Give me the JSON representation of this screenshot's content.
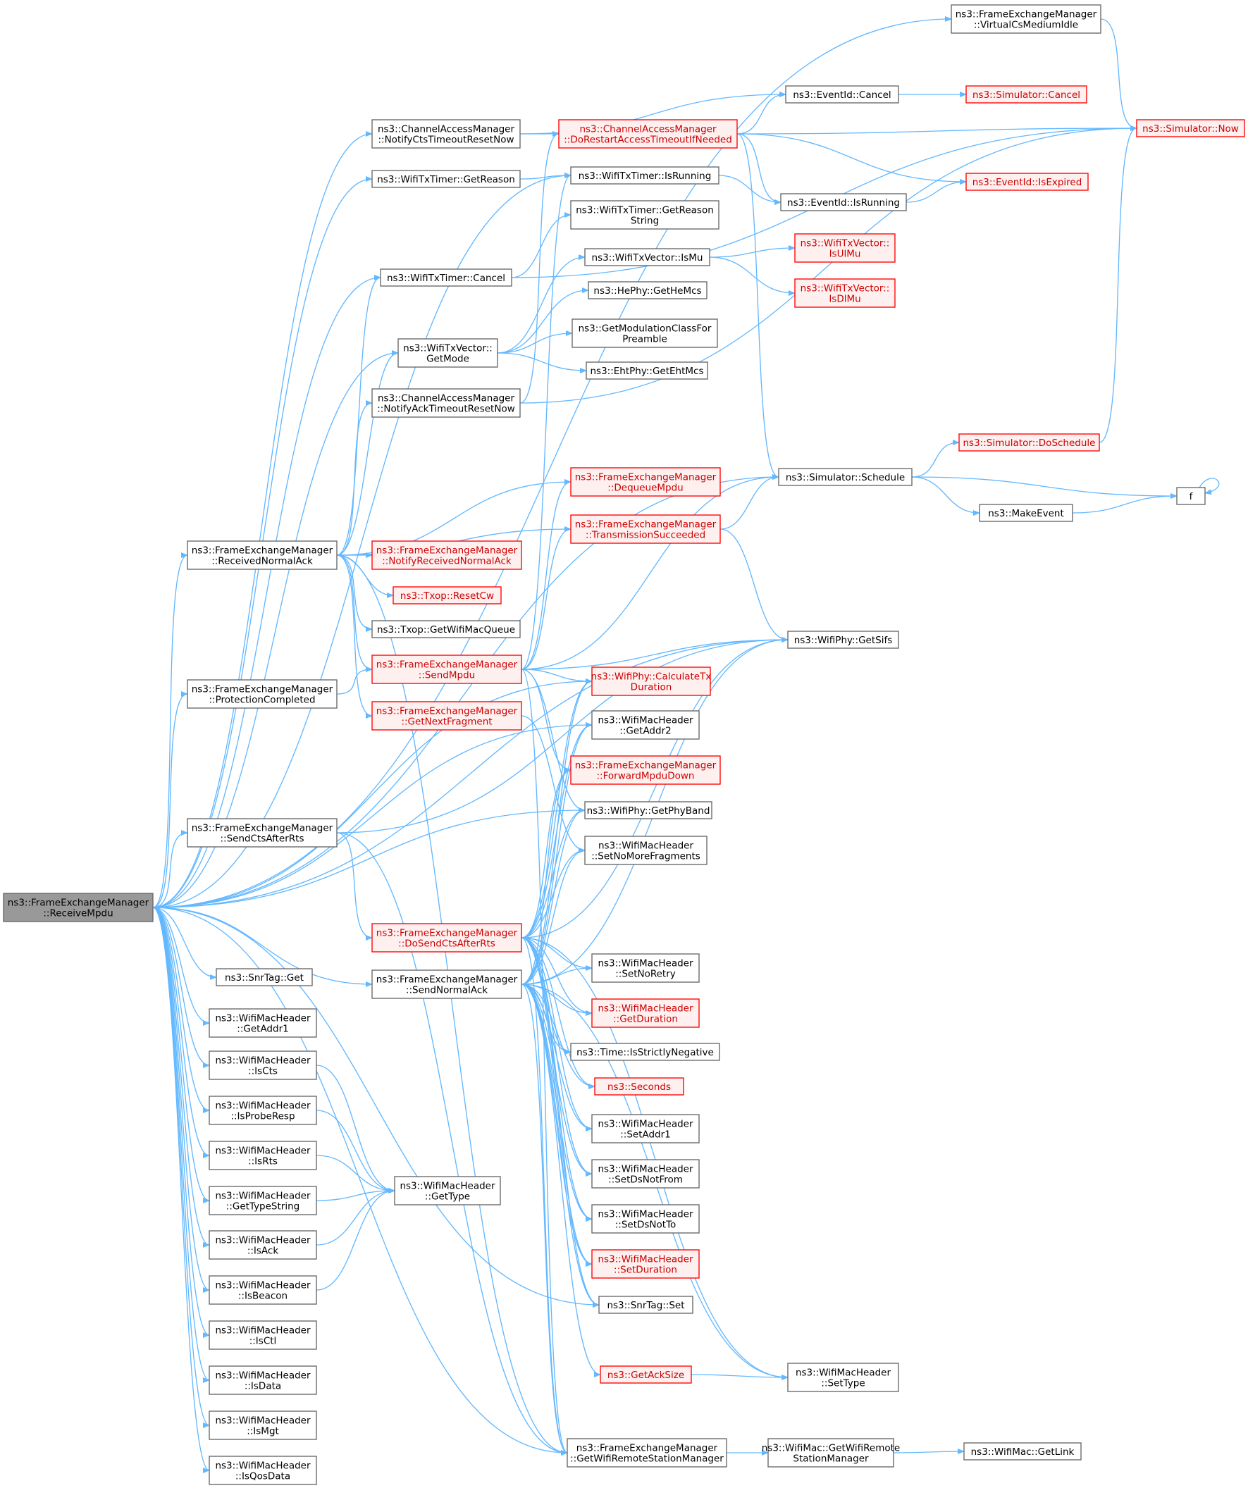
{
  "diagram": {
    "type": "call-graph",
    "colors": {
      "edge": "#63b8ff",
      "node_border": "#666666",
      "red_border": "#ff0000",
      "root_fill": "#999999"
    },
    "nodes": [
      {
        "id": "root",
        "lines": [
          "ns3::FrameExchangeManager",
          "::ReceiveMpdu"
        ],
        "style": "root"
      },
      {
        "id": "vcsIdle",
        "lines": [
          "ns3::FrameExchangeManager",
          "::VirtualCsMediumIdle"
        ],
        "style": "normal"
      },
      {
        "id": "now",
        "lines": [
          "ns3::Simulator::Now"
        ],
        "style": "red"
      },
      {
        "id": "evCancel",
        "lines": [
          "ns3::EventId::Cancel"
        ],
        "style": "normal"
      },
      {
        "id": "simCancel",
        "lines": [
          "ns3::Simulator::Cancel"
        ],
        "style": "red"
      },
      {
        "id": "notifyCts",
        "lines": [
          "ns3::ChannelAccessManager",
          "::NotifyCtsTimeoutResetNow"
        ],
        "style": "normal"
      },
      {
        "id": "doRestart",
        "lines": [
          "ns3::ChannelAccessManager",
          "::DoRestartAccessTimeoutIfNeeded"
        ],
        "style": "red"
      },
      {
        "id": "getReason",
        "lines": [
          "ns3::WifiTxTimer::GetReason"
        ],
        "style": "normal"
      },
      {
        "id": "txIsRunning",
        "lines": [
          "ns3::WifiTxTimer::IsRunning"
        ],
        "style": "normal"
      },
      {
        "id": "evIsRunning",
        "lines": [
          "ns3::EventId::IsRunning"
        ],
        "style": "normal"
      },
      {
        "id": "isExpired",
        "lines": [
          "ns3::EventId::IsExpired"
        ],
        "style": "red"
      },
      {
        "id": "reasonString",
        "lines": [
          "ns3::WifiTxTimer::GetReason",
          "String"
        ],
        "style": "normal"
      },
      {
        "id": "isMu",
        "lines": [
          "ns3::WifiTxVector::IsMu"
        ],
        "style": "normal"
      },
      {
        "id": "isUlMu",
        "lines": [
          "ns3::WifiTxVector::",
          "IsUlMu"
        ],
        "style": "red"
      },
      {
        "id": "txCancel",
        "lines": [
          "ns3::WifiTxTimer::Cancel"
        ],
        "style": "normal"
      },
      {
        "id": "isDlMu",
        "lines": [
          "ns3::WifiTxVector::",
          "IsDlMu"
        ],
        "style": "red"
      },
      {
        "id": "heMcs",
        "lines": [
          "ns3::HePhy::GetHeMcs"
        ],
        "style": "normal"
      },
      {
        "id": "getMode",
        "lines": [
          "ns3::WifiTxVector::",
          "GetMode"
        ],
        "style": "normal"
      },
      {
        "id": "modClass",
        "lines": [
          "ns3::GetModulationClassFor",
          "Preamble"
        ],
        "style": "normal"
      },
      {
        "id": "ehtMcs",
        "lines": [
          "ns3::EhtPhy::GetEhtMcs"
        ],
        "style": "normal"
      },
      {
        "id": "notifyAck",
        "lines": [
          "ns3::ChannelAccessManager",
          "::NotifyAckTimeoutResetNow"
        ],
        "style": "normal"
      },
      {
        "id": "doSchedule",
        "lines": [
          "ns3::Simulator::DoSchedule"
        ],
        "style": "red"
      },
      {
        "id": "schedule",
        "lines": [
          "ns3::Simulator::Schedule"
        ],
        "style": "normal"
      },
      {
        "id": "dequeue",
        "lines": [
          "ns3::FrameExchangeManager",
          "::DequeueMpdu"
        ],
        "style": "red"
      },
      {
        "id": "f",
        "lines": [
          "f"
        ],
        "style": "normal"
      },
      {
        "id": "txSucceeded",
        "lines": [
          "ns3::FrameExchangeManager",
          "::TransmissionSucceeded"
        ],
        "style": "red"
      },
      {
        "id": "makeEvent",
        "lines": [
          "ns3::MakeEvent"
        ],
        "style": "normal"
      },
      {
        "id": "rxNormalAck",
        "lines": [
          "ns3::FrameExchangeManager",
          "::ReceivedNormalAck"
        ],
        "style": "normal"
      },
      {
        "id": "notifyRxAck",
        "lines": [
          "ns3::FrameExchangeManager",
          "::NotifyReceivedNormalAck"
        ],
        "style": "red"
      },
      {
        "id": "resetCw",
        "lines": [
          "ns3::Txop::ResetCw"
        ],
        "style": "red"
      },
      {
        "id": "getQueue",
        "lines": [
          "ns3::Txop::GetWifiMacQueue"
        ],
        "style": "normal"
      },
      {
        "id": "getSifs",
        "lines": [
          "ns3::WifiPhy::GetSifs"
        ],
        "style": "normal"
      },
      {
        "id": "protCompleted",
        "lines": [
          "ns3::FrameExchangeManager",
          "::ProtectionCompleted"
        ],
        "style": "normal"
      },
      {
        "id": "sendMpdu",
        "lines": [
          "ns3::FrameExchangeManager",
          "::SendMpdu"
        ],
        "style": "red"
      },
      {
        "id": "calcTx",
        "lines": [
          "ns3::WifiPhy::CalculateTx",
          "Duration"
        ],
        "style": "red"
      },
      {
        "id": "nextFrag",
        "lines": [
          "ns3::FrameExchangeManager",
          "::GetNextFragment"
        ],
        "style": "red"
      },
      {
        "id": "getAddr2",
        "lines": [
          "ns3::WifiMacHeader",
          "::GetAddr2"
        ],
        "style": "normal"
      },
      {
        "id": "fwdDown",
        "lines": [
          "ns3::FrameExchangeManager",
          "::ForwardMpduDown"
        ],
        "style": "red"
      },
      {
        "id": "phyBand",
        "lines": [
          "ns3::WifiPhy::GetPhyBand"
        ],
        "style": "normal"
      },
      {
        "id": "sendCts",
        "lines": [
          "ns3::FrameExchangeManager",
          "::SendCtsAfterRts"
        ],
        "style": "normal"
      },
      {
        "id": "noMoreFrag",
        "lines": [
          "ns3::WifiMacHeader",
          "::SetNoMoreFragments"
        ],
        "style": "normal"
      },
      {
        "id": "doSendCts",
        "lines": [
          "ns3::FrameExchangeManager",
          "::DoSendCtsAfterRts"
        ],
        "style": "red"
      },
      {
        "id": "setNoRetry",
        "lines": [
          "ns3::WifiMacHeader",
          "::SetNoRetry"
        ],
        "style": "normal"
      },
      {
        "id": "snrGet",
        "lines": [
          "ns3::SnrTag::Get"
        ],
        "style": "normal"
      },
      {
        "id": "sendNormalAck",
        "lines": [
          "ns3::FrameExchangeManager",
          "::SendNormalAck"
        ],
        "style": "normal"
      },
      {
        "id": "getAddr1",
        "lines": [
          "ns3::WifiMacHeader",
          "::GetAddr1"
        ],
        "style": "normal"
      },
      {
        "id": "getDuration",
        "lines": [
          "ns3::WifiMacHeader",
          "::GetDuration"
        ],
        "style": "red"
      },
      {
        "id": "isStrictlyNeg",
        "lines": [
          "ns3::Time::IsStrictlyNegative"
        ],
        "style": "normal"
      },
      {
        "id": "isCts",
        "lines": [
          "ns3::WifiMacHeader",
          "::IsCts"
        ],
        "style": "normal"
      },
      {
        "id": "seconds",
        "lines": [
          "ns3::Seconds"
        ],
        "style": "red"
      },
      {
        "id": "isProbeResp",
        "lines": [
          "ns3::WifiMacHeader",
          "::IsProbeResp"
        ],
        "style": "normal"
      },
      {
        "id": "setAddr1",
        "lines": [
          "ns3::WifiMacHeader",
          "::SetAddr1"
        ],
        "style": "normal"
      },
      {
        "id": "isRts",
        "lines": [
          "ns3::WifiMacHeader",
          "::IsRts"
        ],
        "style": "normal"
      },
      {
        "id": "setDsNotFrom",
        "lines": [
          "ns3::WifiMacHeader",
          "::SetDsNotFrom"
        ],
        "style": "normal"
      },
      {
        "id": "getType",
        "lines": [
          "ns3::WifiMacHeader",
          "::GetType"
        ],
        "style": "normal"
      },
      {
        "id": "typeString",
        "lines": [
          "ns3::WifiMacHeader",
          "::GetTypeString"
        ],
        "style": "normal"
      },
      {
        "id": "setDsNotTo",
        "lines": [
          "ns3::WifiMacHeader",
          "::SetDsNotTo"
        ],
        "style": "normal"
      },
      {
        "id": "isAck",
        "lines": [
          "ns3::WifiMacHeader",
          "::IsAck"
        ],
        "style": "normal"
      },
      {
        "id": "setDuration",
        "lines": [
          "ns3::WifiMacHeader",
          "::SetDuration"
        ],
        "style": "red"
      },
      {
        "id": "isBeacon",
        "lines": [
          "ns3::WifiMacHeader",
          "::IsBeacon"
        ],
        "style": "normal"
      },
      {
        "id": "snrSet",
        "lines": [
          "ns3::SnrTag::Set"
        ],
        "style": "normal"
      },
      {
        "id": "isCtl",
        "lines": [
          "ns3::WifiMacHeader",
          "::IsCtl"
        ],
        "style": "normal"
      },
      {
        "id": "getAckSize",
        "lines": [
          "ns3::GetAckSize"
        ],
        "style": "red"
      },
      {
        "id": "setType",
        "lines": [
          "ns3::WifiMacHeader",
          "::SetType"
        ],
        "style": "normal"
      },
      {
        "id": "isData",
        "lines": [
          "ns3::WifiMacHeader",
          "::IsData"
        ],
        "style": "normal"
      },
      {
        "id": "isMgt",
        "lines": [
          "ns3::WifiMacHeader",
          "::IsMgt"
        ],
        "style": "normal"
      },
      {
        "id": "getRsm",
        "lines": [
          "ns3::FrameExchangeManager",
          "::GetWifiRemoteStationManager"
        ],
        "style": "normal"
      },
      {
        "id": "macRsm",
        "lines": [
          "ns3::WifiMac::GetWifiRemote",
          "StationManager"
        ],
        "style": "normal"
      },
      {
        "id": "getLink",
        "lines": [
          "ns3::WifiMac::GetLink"
        ],
        "style": "normal"
      },
      {
        "id": "isQosData",
        "lines": [
          "ns3::WifiMacHeader",
          "::IsQosData"
        ],
        "style": "normal"
      }
    ],
    "edges": [
      [
        "root",
        "vcsIdle"
      ],
      [
        "root",
        "notifyCts"
      ],
      [
        "root",
        "getReason"
      ],
      [
        "root",
        "txIsRunning"
      ],
      [
        "root",
        "txCancel"
      ],
      [
        "root",
        "getMode"
      ],
      [
        "root",
        "schedule"
      ],
      [
        "root",
        "rxNormalAck"
      ],
      [
        "root",
        "protCompleted"
      ],
      [
        "root",
        "calcTx"
      ],
      [
        "root",
        "getSifs"
      ],
      [
        "root",
        "sendCts"
      ],
      [
        "root",
        "sendNormalAck"
      ],
      [
        "root",
        "snrGet"
      ],
      [
        "root",
        "getAddr1"
      ],
      [
        "root",
        "isCts"
      ],
      [
        "root",
        "isProbeResp"
      ],
      [
        "root",
        "isRts"
      ],
      [
        "root",
        "typeString"
      ],
      [
        "root",
        "isAck"
      ],
      [
        "root",
        "isBeacon"
      ],
      [
        "root",
        "isCtl"
      ],
      [
        "root",
        "isData"
      ],
      [
        "root",
        "isMgt"
      ],
      [
        "root",
        "isQosData"
      ],
      [
        "root",
        "getRsm"
      ],
      [
        "root",
        "getAddr2"
      ],
      [
        "root",
        "snrSet"
      ],
      [
        "root",
        "phyBand"
      ],
      [
        "vcsIdle",
        "now"
      ],
      [
        "evCancel",
        "simCancel"
      ],
      [
        "notifyCts",
        "evCancel"
      ],
      [
        "notifyCts",
        "doRestart"
      ],
      [
        "doRestart",
        "evCancel"
      ],
      [
        "doRestart",
        "now"
      ],
      [
        "doRestart",
        "evIsRunning"
      ],
      [
        "doRestart",
        "isExpired"
      ],
      [
        "doRestart",
        "schedule"
      ],
      [
        "getReason",
        "txIsRunning"
      ],
      [
        "txIsRunning",
        "evIsRunning"
      ],
      [
        "evIsRunning",
        "isExpired"
      ],
      [
        "txCancel",
        "now"
      ],
      [
        "txCancel",
        "reasonString"
      ],
      [
        "isMu",
        "isUlMu"
      ],
      [
        "isMu",
        "isDlMu"
      ],
      [
        "getMode",
        "isMu"
      ],
      [
        "getMode",
        "heMcs"
      ],
      [
        "getMode",
        "modClass"
      ],
      [
        "getMode",
        "ehtMcs"
      ],
      [
        "notifyAck",
        "doRestart"
      ],
      [
        "notifyAck",
        "now"
      ],
      [
        "doSchedule",
        "now"
      ],
      [
        "schedule",
        "doSchedule"
      ],
      [
        "schedule",
        "f"
      ],
      [
        "schedule",
        "makeEvent"
      ],
      [
        "makeEvent",
        "f"
      ],
      [
        "f",
        "f"
      ],
      [
        "txSucceeded",
        "schedule"
      ],
      [
        "txSucceeded",
        "getSifs"
      ],
      [
        "rxNormalAck",
        "txCancel"
      ],
      [
        "rxNormalAck",
        "getMode"
      ],
      [
        "rxNormalAck",
        "notifyAck"
      ],
      [
        "rxNormalAck",
        "dequeue"
      ],
      [
        "rxNormalAck",
        "txSucceeded"
      ],
      [
        "rxNormalAck",
        "notifyRxAck"
      ],
      [
        "rxNormalAck",
        "resetCw"
      ],
      [
        "rxNormalAck",
        "getQueue"
      ],
      [
        "rxNormalAck",
        "nextFrag"
      ],
      [
        "rxNormalAck",
        "sendMpdu"
      ],
      [
        "rxNormalAck",
        "getRsm"
      ],
      [
        "protCompleted",
        "sendMpdu"
      ],
      [
        "sendMpdu",
        "txIsRunning"
      ],
      [
        "sendMpdu",
        "dequeue"
      ],
      [
        "sendMpdu",
        "txSucceeded"
      ],
      [
        "sendMpdu",
        "schedule"
      ],
      [
        "sendMpdu",
        "getSifs"
      ],
      [
        "sendMpdu",
        "calcTx"
      ],
      [
        "sendMpdu",
        "fwdDown"
      ],
      [
        "sendMpdu",
        "phyBand"
      ],
      [
        "sendMpdu",
        "getRsm"
      ],
      [
        "nextFrag",
        "noMoreFrag"
      ],
      [
        "sendCts",
        "getSifs"
      ],
      [
        "sendCts",
        "doSendCts"
      ],
      [
        "sendCts",
        "getRsm"
      ],
      [
        "doSendCts",
        "getAddr2"
      ],
      [
        "doSendCts",
        "calcTx"
      ],
      [
        "doSendCts",
        "fwdDown"
      ],
      [
        "doSendCts",
        "phyBand"
      ],
      [
        "doSendCts",
        "noMoreFrag"
      ],
      [
        "doSendCts",
        "setNoRetry"
      ],
      [
        "doSendCts",
        "getDuration"
      ],
      [
        "doSendCts",
        "isStrictlyNeg"
      ],
      [
        "doSendCts",
        "seconds"
      ],
      [
        "doSendCts",
        "setAddr1"
      ],
      [
        "doSendCts",
        "setDsNotFrom"
      ],
      [
        "doSendCts",
        "setDsNotTo"
      ],
      [
        "doSendCts",
        "setDuration"
      ],
      [
        "doSendCts",
        "snrSet"
      ],
      [
        "doSendCts",
        "setType"
      ],
      [
        "doSendCts",
        "getRsm"
      ],
      [
        "doSendCts",
        "getSifs"
      ],
      [
        "sendNormalAck",
        "getAddr2"
      ],
      [
        "sendNormalAck",
        "calcTx"
      ],
      [
        "sendNormalAck",
        "fwdDown"
      ],
      [
        "sendNormalAck",
        "phyBand"
      ],
      [
        "sendNormalAck",
        "noMoreFrag"
      ],
      [
        "sendNormalAck",
        "setNoRetry"
      ],
      [
        "sendNormalAck",
        "getDuration"
      ],
      [
        "sendNormalAck",
        "isStrictlyNeg"
      ],
      [
        "sendNormalAck",
        "seconds"
      ],
      [
        "sendNormalAck",
        "setAddr1"
      ],
      [
        "sendNormalAck",
        "setDsNotFrom"
      ],
      [
        "sendNormalAck",
        "setDsNotTo"
      ],
      [
        "sendNormalAck",
        "setDuration"
      ],
      [
        "sendNormalAck",
        "snrSet"
      ],
      [
        "sendNormalAck",
        "getAckSize"
      ],
      [
        "sendNormalAck",
        "setType"
      ],
      [
        "sendNormalAck",
        "getRsm"
      ],
      [
        "sendNormalAck",
        "getSifs"
      ],
      [
        "getAckSize",
        "setType"
      ],
      [
        "isCts",
        "getType"
      ],
      [
        "isProbeResp",
        "getType"
      ],
      [
        "isRts",
        "getType"
      ],
      [
        "typeString",
        "getType"
      ],
      [
        "isAck",
        "getType"
      ],
      [
        "isBeacon",
        "getType"
      ],
      [
        "getRsm",
        "macRsm"
      ],
      [
        "macRsm",
        "getLink"
      ]
    ]
  }
}
